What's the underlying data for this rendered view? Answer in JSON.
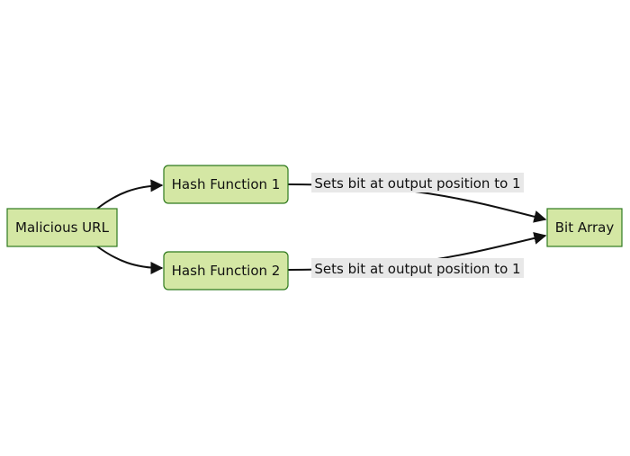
{
  "diagram": {
    "nodes": {
      "malicious_url": "Malicious URL",
      "hash_function_1": "Hash Function 1",
      "hash_function_2": "Hash Function 2",
      "bit_array": "Bit Array"
    },
    "edge_labels": {
      "hf1_to_bitarray": "Sets bit at output position to 1",
      "hf2_to_bitarray": "Sets bit at output position to 1"
    },
    "colors": {
      "node_fill": "#d4e7a4",
      "node_border": "#2f7a1e",
      "edge_color": "#111111",
      "edge_label_background": "#e8e8e8"
    }
  }
}
